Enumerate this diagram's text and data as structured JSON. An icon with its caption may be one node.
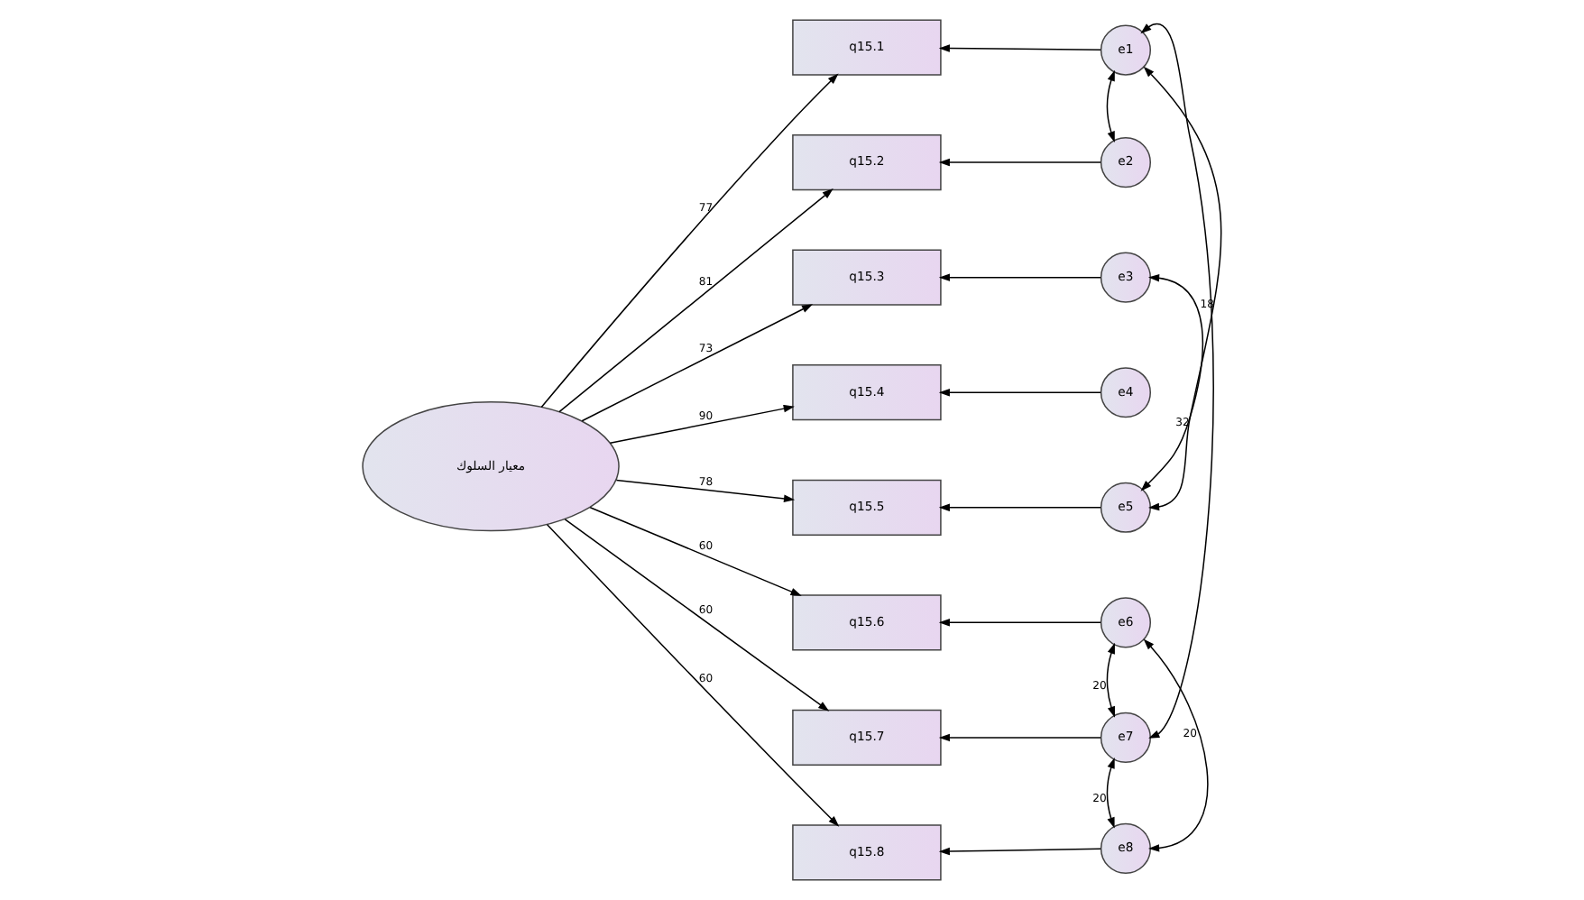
{
  "diagram": {
    "nodes": [
      {
        "text": [
          "معيار السلوك"
        ]
      },
      {
        "text": [
          "q15.1"
        ]
      },
      {
        "text": [
          "q15.2"
        ]
      },
      {
        "text": [
          "q15.3"
        ]
      },
      {
        "text": [
          "q15.4"
        ]
      },
      {
        "text": [
          "q15.5"
        ]
      },
      {
        "text": [
          "q15.6"
        ]
      },
      {
        "text": [
          "q15.7"
        ]
      },
      {
        "text": [
          "q15.8"
        ]
      },
      {
        "text": [
          "e1"
        ]
      },
      {
        "text": [
          "e2"
        ]
      },
      {
        "text": [
          "e3"
        ]
      },
      {
        "text": [
          "e4"
        ]
      },
      {
        "text": [
          "e5"
        ]
      },
      {
        "text": [
          "e6"
        ]
      },
      {
        "text": [
          "e7"
        ]
      },
      {
        "text": [
          "e8"
        ]
      }
    ],
    "edges": [
      {
        "from": 0,
        "to": 1,
        "arrow": "to",
        "label": "77"
      },
      {
        "from": 0,
        "to": 2,
        "arrow": "to",
        "label": "81"
      },
      {
        "from": 0,
        "to": 3,
        "arrow": "to",
        "label": "73"
      },
      {
        "from": 0,
        "to": 4,
        "arrow": "to",
        "label": "90"
      },
      {
        "from": 0,
        "to": 5,
        "arrow": "to",
        "label": "78"
      },
      {
        "from": 0,
        "to": 6,
        "arrow": "to",
        "label": "60"
      },
      {
        "from": 0,
        "to": 7,
        "arrow": "to",
        "label": "60"
      },
      {
        "from": 0,
        "to": 8,
        "arrow": "to",
        "label": "60"
      },
      {
        "from": 9,
        "to": 1,
        "arrow": "to"
      },
      {
        "from": 10,
        "to": 2,
        "arrow": "to"
      },
      {
        "from": 11,
        "to": 3,
        "arrow": "to"
      },
      {
        "from": 12,
        "to": 4,
        "arrow": "to"
      },
      {
        "from": 13,
        "to": 5,
        "arrow": "to"
      },
      {
        "from": 14,
        "to": 6,
        "arrow": "to"
      },
      {
        "from": 15,
        "to": 7,
        "arrow": "to"
      },
      {
        "from": 16,
        "to": 8,
        "arrow": "to"
      },
      {
        "from": 9,
        "to": 10,
        "arrow": "both"
      },
      {
        "from": 9,
        "to": 13,
        "arrow": "both",
        "label": "18"
      },
      {
        "from": 11,
        "to": 13,
        "arrow": "both",
        "label": "32"
      },
      {
        "from": 9,
        "to": 15,
        "arrow": "both"
      },
      {
        "from": 14,
        "to": 15,
        "arrow": "both",
        "label": "20"
      },
      {
        "from": 14,
        "to": 16,
        "arrow": "both",
        "label": "20"
      },
      {
        "from": 15,
        "to": 16,
        "arrow": "both",
        "label": "20"
      }
    ]
  }
}
